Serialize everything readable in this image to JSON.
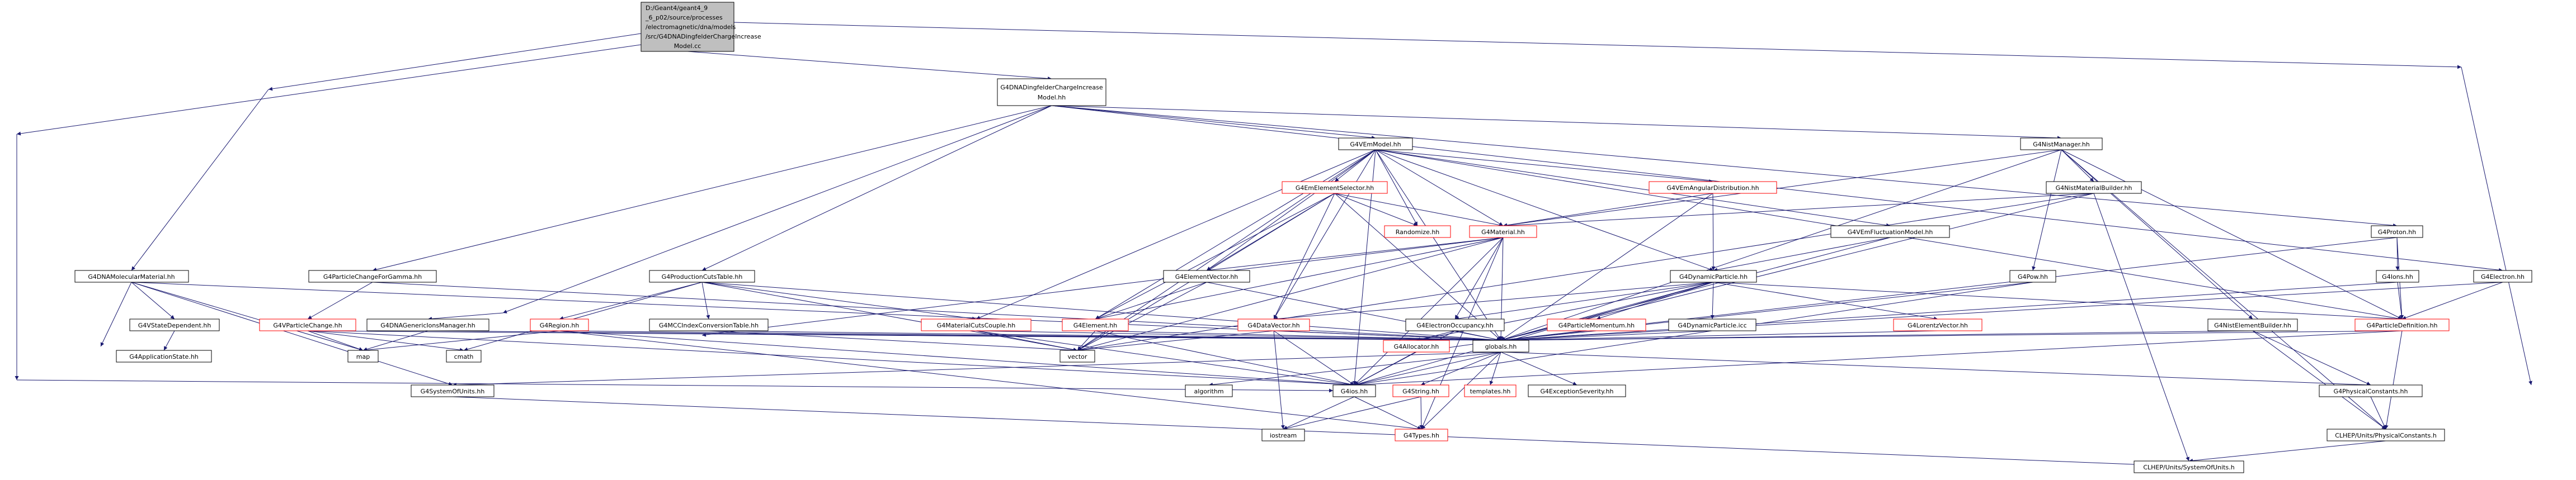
{
  "root": {
    "label_lines": [
      "D:/Geant4/geant4_9",
      "_6_p02/source/processes",
      "/electromagnetic/dna/models",
      "/src/G4DNADingfelderChargeIncrease",
      "Model.cc"
    ]
  },
  "header_node": {
    "label_lines": [
      "G4DNADingfelderChargeIncrease",
      "Model.hh"
    ]
  },
  "nodes": {
    "molmat": "G4DNAMolecularMaterial.hh",
    "vsd": "G4VStateDependent.hh",
    "appstate": "G4ApplicationState.hh",
    "pcgamma": "G4ParticleChangeForGamma.hh",
    "vpc": "G4VParticleChange.hh",
    "genmgr": "G4DNAGenericIonsManager.hh",
    "pct": "G4ProductionCutsTable.hh",
    "region": "G4Region.hh",
    "mcc": "G4MCCIndexConversionTable.hh",
    "mcc2": "G4MaterialCutsCouple.hh",
    "vem": "G4VEmModel.hh",
    "ees": "G4EmElementSelector.hh",
    "rndm": "Randomize.hh",
    "mat": "G4Material.hh",
    "vang": "G4VEmAngularDistribution.hh",
    "vfluct": "G4VEmFluctuationModel.hh",
    "elvec": "G4ElementVector.hh",
    "elem": "G4Element.hh",
    "dvec": "G4DataVector.hh",
    "eocc": "G4ElectronOccupancy.hh",
    "dynp": "G4DynamicParticle.hh",
    "pmom": "G4ParticleMomentum.hh",
    "dynicc": "G4DynamicParticle.icc",
    "lvec": "G4LorentzVector.hh",
    "nistm": "G4NistManager.hh",
    "nistb": "G4NistMaterialBuilder.hh",
    "pow": "G4Pow.hh",
    "nisteb": "G4NistElementBuilder.hh",
    "proton": "G4Proton.hh",
    "ions": "G4Ions.hh",
    "pdef": "G4ParticleDefinition.hh",
    "electron": "G4Electron.hh",
    "alloc": "G4Allocator.hh",
    "globals": "globals.hh",
    "ios": "G4ios.hh",
    "g4string": "G4String.hh",
    "templates": "templates.hh",
    "exsev": "G4ExceptionSeverity.hh",
    "types": "G4Types.hh",
    "physc": "G4PhysicalConstants.hh",
    "clhepphys": "CLHEP/Units/PhysicalConstants.h",
    "clhepsys": "CLHEP/Units/SystemOfUnits.h",
    "sysunits": "G4SystemOfUnits.hh",
    "map": "map",
    "cmath": "cmath",
    "vector": "vector",
    "algorithm": "algorithm",
    "iostream": "iostream"
  },
  "colors": {
    "root_fill": "#bfbfbf",
    "node_border": "#000000",
    "truncated_border": "#ff0000",
    "edge": "#191970"
  }
}
